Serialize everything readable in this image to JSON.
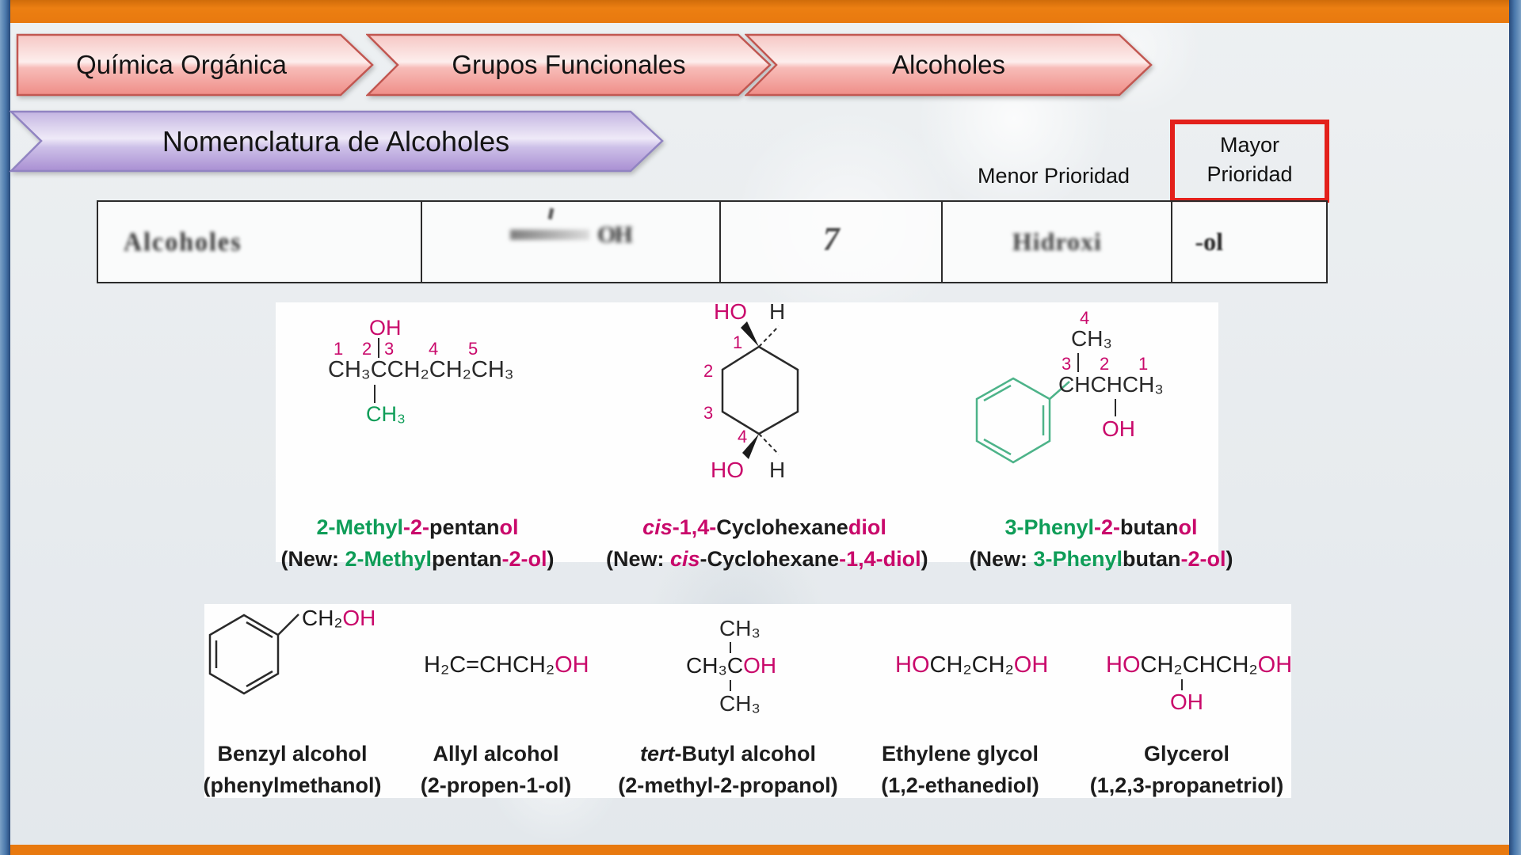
{
  "breadcrumbs": {
    "items": [
      {
        "label": "Química Orgánica"
      },
      {
        "label": "Grupos Funcionales"
      },
      {
        "label": "Alcoholes"
      }
    ]
  },
  "banner": {
    "title": "Nomenclatura de Alcoholes"
  },
  "priority": {
    "menor": "Menor Prioridad",
    "mayor": "Mayor Prioridad"
  },
  "table": {
    "family": "Alcoholes",
    "structure_oh": "OH",
    "example": "7",
    "prefix": "Hidroxi",
    "suffix": "-ol"
  },
  "colors": {
    "pink": "#c9096b",
    "green_text": "#0f9d58",
    "green_ring": "#4db389",
    "orange_bar": "#e8790f",
    "red_box": "#e3201b",
    "blue_border": "#4a78ab"
  },
  "structures": {
    "pentanol": {
      "oh": "OH",
      "n1": "1",
      "n2": "2",
      "n3": "3",
      "n4": "4",
      "n5": "5",
      "formula": "CH₃CCH₂CH₂CH₃",
      "branch": "CH₃"
    },
    "cyclohexanediol": {
      "ho_top": "HO",
      "h_top": "H",
      "n1": "1",
      "n2": "2",
      "n3": "3",
      "n4": "4",
      "ho_bottom": "HO",
      "h_bottom": "H"
    },
    "phenylbutanol": {
      "n4": "4",
      "ch3": "CH₃",
      "n3": "3",
      "n2": "2",
      "n1": "1",
      "formula": "CHCHCH₃",
      "oh": "OH"
    },
    "benzyl": {
      "formula": [
        {
          "t": "CH₂",
          "c": "k"
        },
        {
          "t": "OH",
          "c": "p"
        }
      ]
    },
    "allyl": {
      "formula": [
        {
          "t": "H₂C=CHCH₂",
          "c": "k"
        },
        {
          "t": "OH",
          "c": "p"
        }
      ]
    },
    "tertbutyl": {
      "top": "CH₃",
      "mid": [
        {
          "t": "CH₃C",
          "c": "k"
        },
        {
          "t": "OH",
          "c": "p"
        }
      ],
      "bottom": "CH₃"
    },
    "ethyleneglycol": {
      "formula": [
        {
          "t": "HO",
          "c": "p"
        },
        {
          "t": "CH₂CH₂",
          "c": "k"
        },
        {
          "t": "OH",
          "c": "p"
        }
      ]
    },
    "glycerol": {
      "formula": [
        {
          "t": "HO",
          "c": "p"
        },
        {
          "t": "CH₂CHCH₂",
          "c": "k"
        },
        {
          "t": "OH",
          "c": "p"
        }
      ],
      "below": "OH"
    }
  },
  "names_top": [
    {
      "line1": [
        {
          "t": "2-Methyl",
          "c": "g"
        },
        {
          "t": "-2-",
          "c": "p"
        },
        {
          "t": "pentan",
          "c": "k"
        },
        {
          "t": "ol",
          "c": "p"
        }
      ],
      "line2": [
        {
          "t": "(New: ",
          "c": "k"
        },
        {
          "t": "2-Methyl",
          "c": "g"
        },
        {
          "t": "pentan",
          "c": "k"
        },
        {
          "t": "-2-ol",
          "c": "p"
        },
        {
          "t": ")",
          "c": "k"
        }
      ]
    },
    {
      "line1": [
        {
          "t": "cis",
          "c": "p",
          "i": true
        },
        {
          "t": "-1,4-",
          "c": "p"
        },
        {
          "t": "Cyclohexane",
          "c": "k"
        },
        {
          "t": "diol",
          "c": "p"
        }
      ],
      "line2": [
        {
          "t": "(New: ",
          "c": "k"
        },
        {
          "t": "cis",
          "c": "p",
          "i": true
        },
        {
          "t": "-Cyclohexane",
          "c": "k"
        },
        {
          "t": "-1,4-diol",
          "c": "p"
        },
        {
          "t": ")",
          "c": "k"
        }
      ]
    },
    {
      "line1": [
        {
          "t": "3-Phenyl",
          "c": "g"
        },
        {
          "t": "-2-",
          "c": "p"
        },
        {
          "t": "butan",
          "c": "k"
        },
        {
          "t": "ol",
          "c": "p"
        }
      ],
      "line2": [
        {
          "t": "(New: ",
          "c": "k"
        },
        {
          "t": "3-Phenyl",
          "c": "g"
        },
        {
          "t": "butan",
          "c": "k"
        },
        {
          "t": "-2-ol",
          "c": "p"
        },
        {
          "t": ")",
          "c": "k"
        }
      ]
    }
  ],
  "names_bottom": [
    {
      "line1": [
        {
          "t": "Benzyl alcohol",
          "c": "k"
        }
      ],
      "line2": [
        {
          "t": "(phenylmethanol)",
          "c": "k"
        }
      ]
    },
    {
      "line1": [
        {
          "t": "Allyl alcohol",
          "c": "k"
        }
      ],
      "line2": [
        {
          "t": "(2-propen-1-ol)",
          "c": "k"
        }
      ]
    },
    {
      "line1": [
        {
          "t": "tert",
          "c": "k",
          "i": true
        },
        {
          "t": "-Butyl alcohol",
          "c": "k"
        }
      ],
      "line2": [
        {
          "t": "(2-methyl-2-propanol)",
          "c": "k"
        }
      ]
    },
    {
      "line1": [
        {
          "t": "Ethylene glycol",
          "c": "k"
        }
      ],
      "line2": [
        {
          "t": "(1,2-ethanediol)",
          "c": "k"
        }
      ]
    },
    {
      "line1": [
        {
          "t": "Glycerol",
          "c": "k"
        }
      ],
      "line2": [
        {
          "t": "(1,2,3-propanetriol)",
          "c": "k"
        }
      ]
    }
  ]
}
